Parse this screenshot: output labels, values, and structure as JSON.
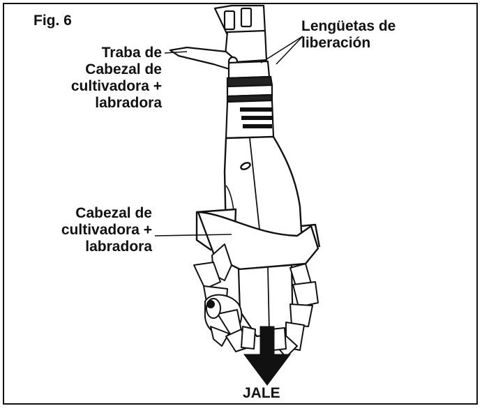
{
  "figure": {
    "number_label": "Fig. 6",
    "labels": {
      "release_tabs": [
        "Lengüetas de",
        "liberación"
      ],
      "head_lock": [
        "Traba de",
        "Cabezal de",
        "cultivadora +",
        "labradora"
      ],
      "tiller_head": [
        "Cabezal de",
        "cultivadora +",
        "labradora"
      ],
      "pull": "JALE"
    }
  }
}
